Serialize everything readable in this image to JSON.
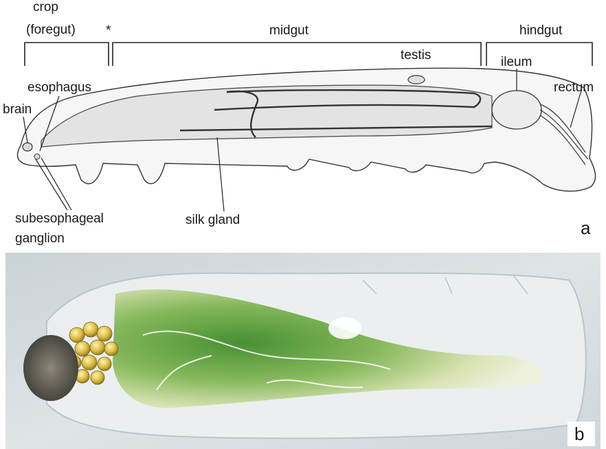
{
  "panel_a": {
    "letter": "a",
    "section_labels": {
      "crop_line1": "crop",
      "crop_line2": "(foregut)",
      "asterisk": "*",
      "midgut": "midgut",
      "hindgut": "hindgut"
    },
    "anatomy_labels": {
      "testis": "testis",
      "ileum": "ileum",
      "esophagus": "esophagus",
      "brain": "brain",
      "rectum": "rectum",
      "subesophageal_line1": "subesophageal",
      "subesophageal_line2": "ganglion",
      "silk_gland": "silk gland"
    }
  },
  "panel_b": {
    "letter": "b"
  }
}
